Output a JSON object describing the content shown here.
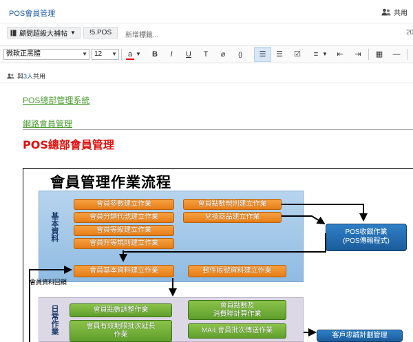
{
  "app": {
    "title": "POS會員管理",
    "share_label": "共用"
  },
  "notebook": {
    "notebook_label": "顧問超級大補帖",
    "section_tab": "!5.POS",
    "new_tab": "新增標籤...",
    "page_number": "20"
  },
  "toolbar": {
    "font_family": "微軟正黑體",
    "font_size": "12",
    "buttons": [
      "a",
      "B",
      "I",
      "U",
      "T",
      "⌀",
      "{}",
      "☰",
      "☰",
      "☑",
      "≡",
      "▦",
      "—"
    ]
  },
  "shared": {
    "prefix": "與",
    "count": "3人",
    "suffix": "共用"
  },
  "content": {
    "link1": "POS總部管理系統",
    "link2": "網路會員管理",
    "heading": "POS總部會員管理"
  },
  "diagram": {
    "title": "會員管理作業流程",
    "section_basic": "基本資料",
    "section_daily": "日常作業",
    "basic_boxes": [
      "會員參數建立作業",
      "會員分類代號建立作業",
      "會員等級建立作業",
      "會員升等規則建立作業"
    ],
    "points_boxes": [
      "會員點數規則建立作業",
      "兌換商品建立作業"
    ],
    "member_basic": "會員基本資料建立作業",
    "postal": "郵件帳號資料建立作業",
    "pos_box_line1": "POS收銀作業",
    "pos_box_line2": "(POS傳輸程式)",
    "feedback_label": "會員資料回饋",
    "daily_boxes": [
      "會員點數調整作業",
      "會員有效期限批次延長作業"
    ],
    "points_calc": [
      "會員點數及",
      "消費聯計算作業"
    ],
    "mail_batch": "MAIL會員批次傳送作業",
    "loyalty": "客戶忠誠計劃管理"
  },
  "colors": {
    "accent": "#1f5fa8",
    "heading_red": "#e0100e",
    "link_green": "#4a9c2f",
    "orange": "#ef8a22",
    "green": "#6ba834",
    "blue": "#1f6db5"
  }
}
